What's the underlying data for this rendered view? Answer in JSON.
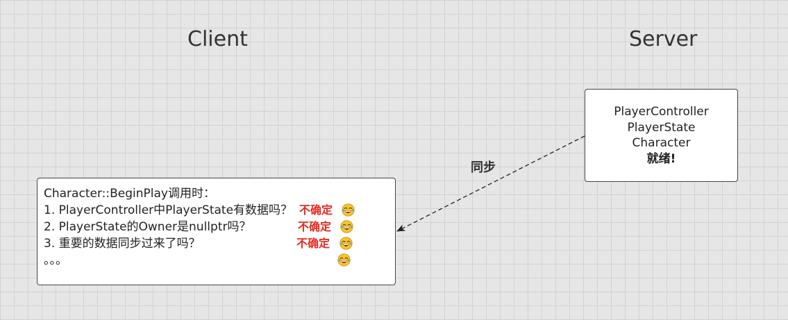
{
  "titles": {
    "client": "Client",
    "server": "Server"
  },
  "server_box": {
    "lines": [
      "PlayerController",
      "PlayerState",
      "Character"
    ],
    "ready": "就绪!"
  },
  "arrow": {
    "label": "同步",
    "direction": "server-to-client",
    "style": "dashed"
  },
  "client_box": {
    "header": "Character::BeginPlay调用时：",
    "items": [
      {
        "text": "1. PlayerController中PlayerState有数据吗？",
        "tag": "不确定",
        "emoji": "tears-of-joy-emoji"
      },
      {
        "text": "2. PlayerState的Owner是nullptr吗？",
        "tag": "不确定",
        "emoji": "tears-of-joy-emoji"
      },
      {
        "text": "3. 重要的数据同步过来了吗？",
        "tag": "不确定",
        "emoji": "tears-of-joy-emoji"
      }
    ],
    "ellipsis": "。。。",
    "ellipsis_emoji": "tears-of-joy-emoji"
  },
  "colors": {
    "tag": "#e8281f",
    "background": "#e6e6e6",
    "grid": "#d2d2d2",
    "box_border": "#444444",
    "emoji_face": "#f7c528"
  }
}
